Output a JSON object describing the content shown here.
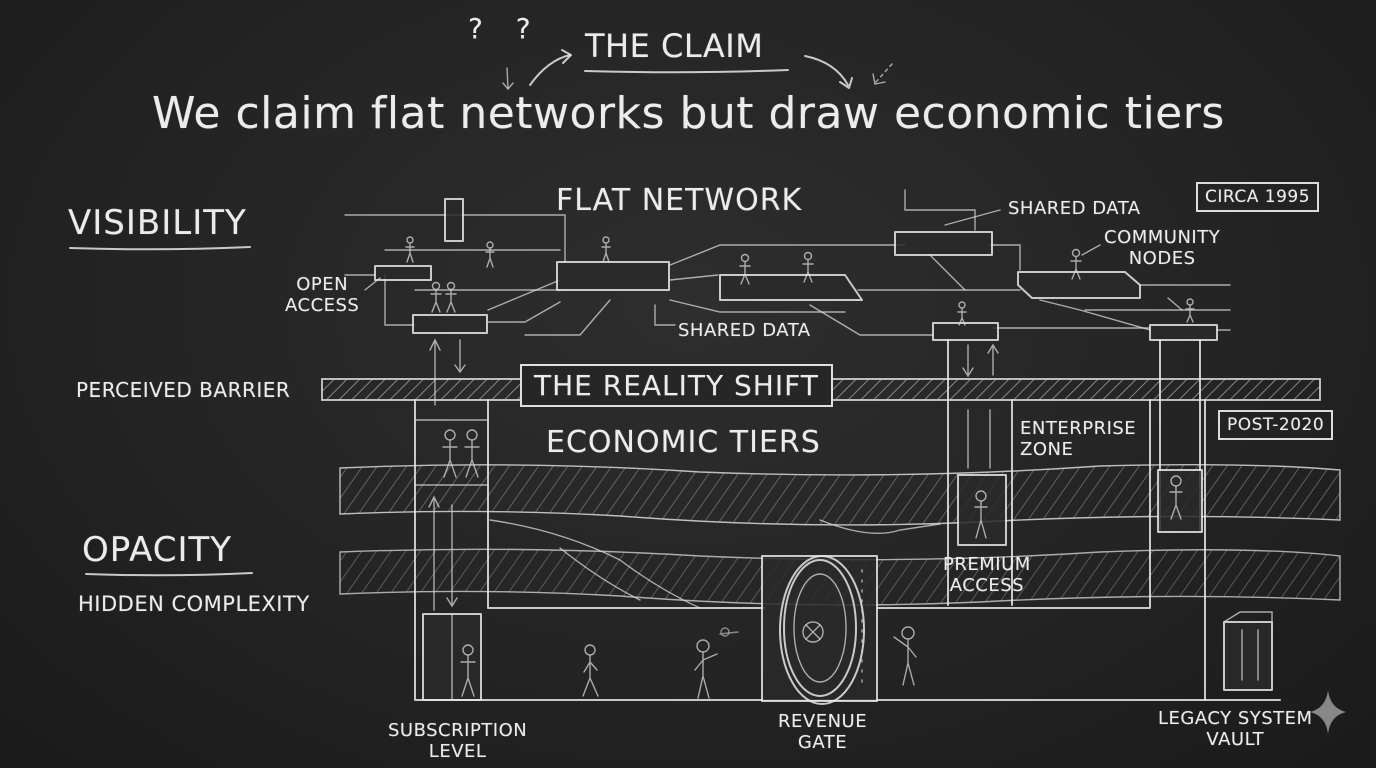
{
  "headline": {
    "claim_label": "THE CLAIM",
    "main_title": "We claim flat networks but draw economic tiers",
    "question_marks": "? ?"
  },
  "left_axis": {
    "visibility": "VISIBILITY",
    "perceived_barrier": "PERCEIVED BARRIER",
    "opacity": "OPACITY",
    "hidden_complexity": "HIDDEN COMPLEXITY"
  },
  "upper_layer": {
    "title": "FLAT NETWORK",
    "era": "CIRCA 1995",
    "labels": {
      "open_access": "OPEN\nACCESS",
      "shared_data_top": "SHARED DATA",
      "shared_data_mid": "SHARED DATA",
      "community_nodes": "COMMUNITY\nNODES"
    }
  },
  "divider": {
    "reality_shift": "THE REALITY SHIFT"
  },
  "lower_layer": {
    "title": "ECONOMIC TIERS",
    "era": "POST-2020",
    "labels": {
      "enterprise_zone": "ENTERPRISE\nZONE",
      "premium_access": "PREMIUM\nACCESS",
      "subscription_level": "SUBSCRIPTION\nLEVEL",
      "revenue_gate": "REVENUE\nGATE",
      "legacy_vault": "LEGACY SYSTEM\nVAULT"
    }
  },
  "colors": {
    "board": "#242424",
    "chalk": "#e6e6e6"
  }
}
